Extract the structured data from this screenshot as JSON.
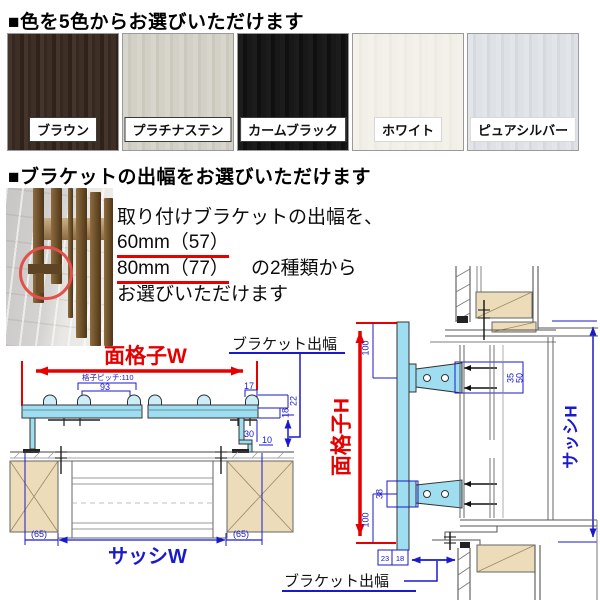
{
  "colors": {
    "heading": "■色を5色からお選びいただけます",
    "swatches": [
      {
        "label": "ブラウン",
        "color": "#3a2c22"
      },
      {
        "label": "プラチナステン",
        "color": "#d2cfc6"
      },
      {
        "label": "カームブラック",
        "color": "#181818"
      },
      {
        "label": "ホワイト",
        "color": "#f1efe8"
      },
      {
        "label": "ピュアシルバー",
        "color": "#dde0e5"
      }
    ]
  },
  "bracket": {
    "heading": "■ブラケットの出幅をお選びいただけます",
    "intro": "取り付けブラケットの出幅を、",
    "option_60": "60mm（57）",
    "option_80": "80mm（77）",
    "suffix": "の2種類から",
    "outro": "お選びいただけます",
    "underline_color": "#e60000"
  },
  "diagram": {
    "accent_red": "#e60000",
    "accent_blue": "#1a1acc",
    "grille_fill": "#9fdef0",
    "left": {
      "grille_width_label": "面格子W",
      "pitch_label": "格子ピッチ:110",
      "dim_93": "93",
      "dim_17": "17",
      "dim_22": "22",
      "dim_18": "18",
      "dim_30": "30",
      "dim_10": "10",
      "bracket_depth_label": "ブラケット出幅",
      "sash_width_label": "サッシW",
      "dim_65_left": "(65)",
      "dim_65_right": "(65)"
    },
    "right": {
      "grille_height_label": "面格子H",
      "sash_height_label": "サッシH",
      "dim_100_top": "100",
      "dim_35": "35",
      "dim_50": "50",
      "dim_38": "38",
      "dim_100_bottom": "100",
      "dim_23": "23",
      "dim_18": "18",
      "bracket_depth_label": "ブラケット出幅"
    }
  }
}
